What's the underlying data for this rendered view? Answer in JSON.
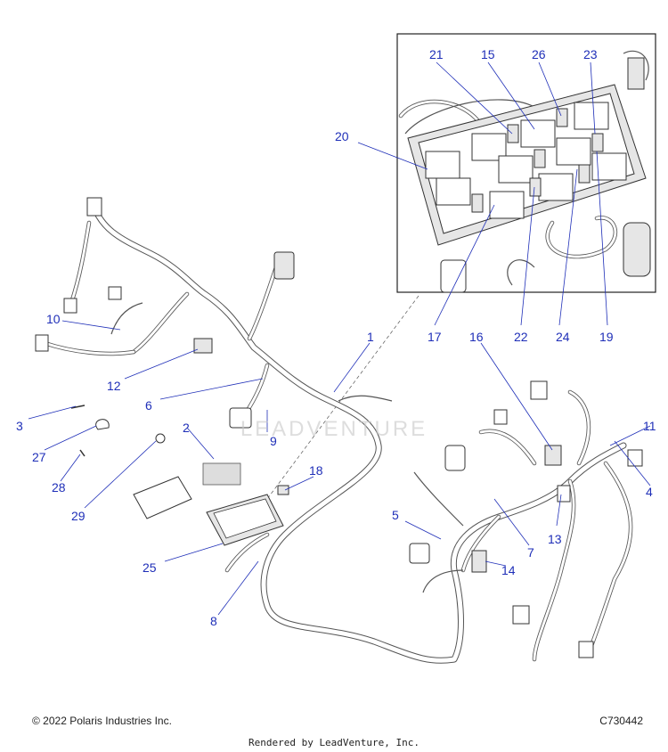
{
  "callouts": [
    {
      "id": "1",
      "label": "1"
    },
    {
      "id": "2",
      "label": "2"
    },
    {
      "id": "3",
      "label": "3"
    },
    {
      "id": "4",
      "label": "4"
    },
    {
      "id": "5",
      "label": "5"
    },
    {
      "id": "6",
      "label": "6"
    },
    {
      "id": "7",
      "label": "7"
    },
    {
      "id": "8",
      "label": "8"
    },
    {
      "id": "9",
      "label": "9"
    },
    {
      "id": "10",
      "label": "10"
    },
    {
      "id": "11",
      "label": "11"
    },
    {
      "id": "12",
      "label": "12"
    },
    {
      "id": "13",
      "label": "13"
    },
    {
      "id": "14",
      "label": "14"
    },
    {
      "id": "15",
      "label": "15"
    },
    {
      "id": "16",
      "label": "16"
    },
    {
      "id": "17",
      "label": "17"
    },
    {
      "id": "18",
      "label": "18"
    },
    {
      "id": "19",
      "label": "19"
    },
    {
      "id": "20",
      "label": "20"
    },
    {
      "id": "21",
      "label": "21"
    },
    {
      "id": "22",
      "label": "22"
    },
    {
      "id": "23",
      "label": "23"
    },
    {
      "id": "24",
      "label": "24"
    },
    {
      "id": "25",
      "label": "25"
    },
    {
      "id": "26",
      "label": "26"
    },
    {
      "id": "27",
      "label": "27"
    },
    {
      "id": "28",
      "label": "28"
    },
    {
      "id": "29",
      "label": "29"
    }
  ],
  "footer": {
    "copyright": "© 2022 Polaris Industries Inc.",
    "code": "C730442",
    "rendered_by": "Rendered by LeadVenture, Inc."
  },
  "watermark": "LEADVENTURE",
  "colors": {
    "callout": "#1f2fb8",
    "line_art": "#333333"
  }
}
